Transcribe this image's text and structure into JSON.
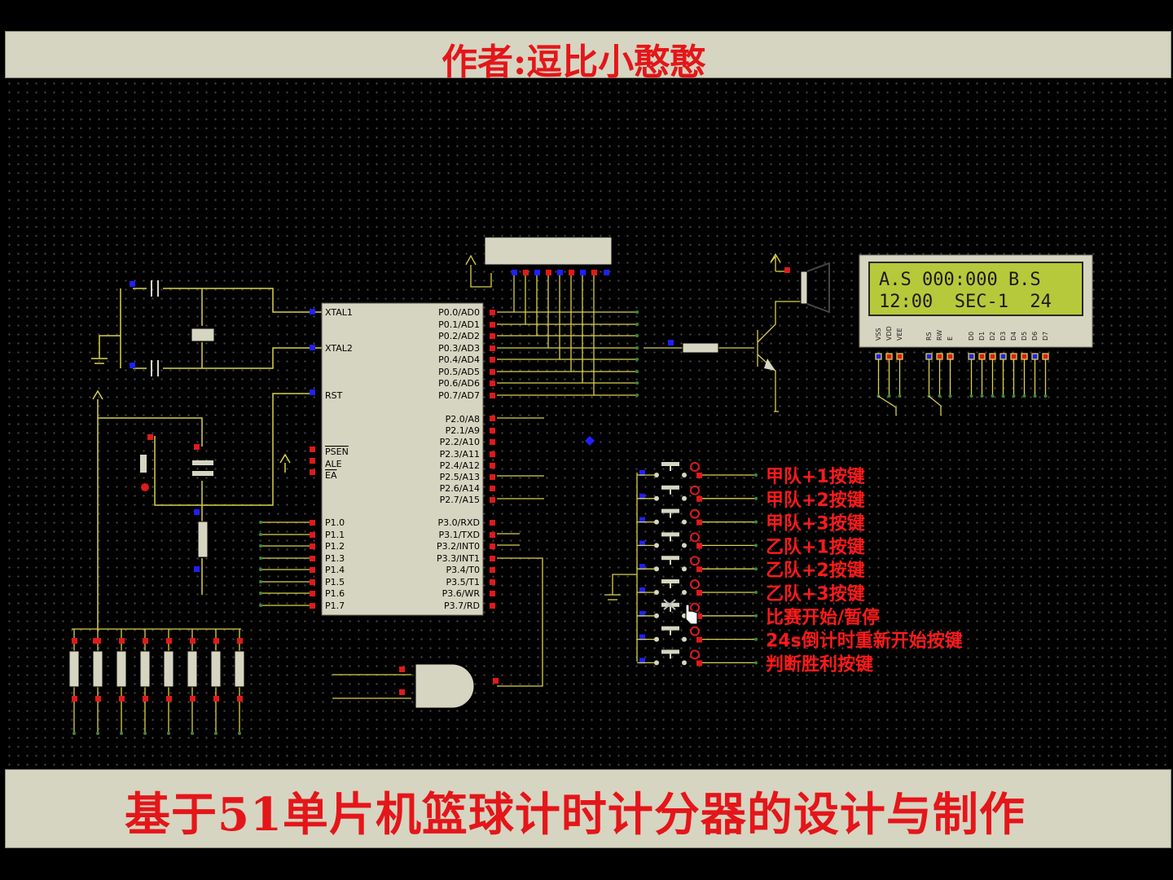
{
  "header": {
    "author": "作者:逗比小憨憨"
  },
  "footer": {
    "title": "基于51单片机篮球计时计分器的设计与制作"
  },
  "mcu": {
    "left_pins": [
      "XTAL1",
      "XTAL2",
      "RST",
      "PSEN",
      "ALE",
      "EA",
      "P1.0",
      "P1.1",
      "P1.2",
      "P1.3",
      "P1.4",
      "P1.5",
      "P1.6",
      "P1.7"
    ],
    "right_pins": [
      "P0.0/AD0",
      "P0.1/AD1",
      "P0.2/AD2",
      "P0.3/AD3",
      "P0.4/AD4",
      "P0.5/AD5",
      "P0.6/AD6",
      "P0.7/AD7",
      "P2.0/A8",
      "P2.1/A9",
      "P2.2/A10",
      "P2.3/A11",
      "P2.4/A12",
      "P2.5/A13",
      "P2.6/A14",
      "P2.7/A15",
      "P3.0/RXD",
      "P3.1/TXD",
      "P3.2/INT0",
      "P3.3/INT1",
      "P3.4/T0",
      "P3.5/T1",
      "P3.6/WR",
      "P3.7/RD"
    ]
  },
  "lcd": {
    "line1": "A.S 000:000 B.S",
    "line2": "12:00  SEC-1  24",
    "pins": [
      "VSS",
      "VDD",
      "VEE",
      "RS",
      "RW",
      "E",
      "D0",
      "D1",
      "D2",
      "D3",
      "D4",
      "D5",
      "D6",
      "D7"
    ]
  },
  "buttons": [
    {
      "label": "甲队+1按键"
    },
    {
      "label": "甲队+2按键"
    },
    {
      "label": "甲队+3按键"
    },
    {
      "label": "乙队+1按键"
    },
    {
      "label": "乙队+2按键"
    },
    {
      "label": "乙队+3按键"
    },
    {
      "label": "比赛开始/暂停"
    },
    {
      "label": "24s倒计时重新开始按键"
    },
    {
      "label": "判断胜利按键"
    }
  ],
  "colors": {
    "wire": "#d9d24a",
    "component": "#d6d5c1",
    "pin": "#e01a1a",
    "label": "#ff1a1a",
    "lcd_screen": "#b6c93a"
  }
}
